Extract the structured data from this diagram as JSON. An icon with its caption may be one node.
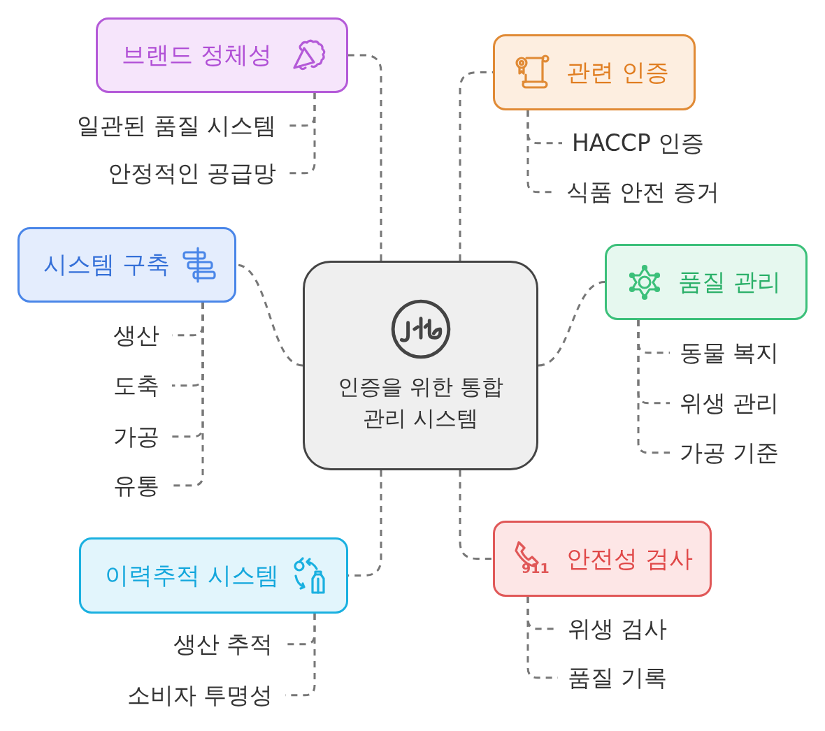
{
  "diagram": {
    "nodes": [
      {
        "text": [
          "인증을 위한 통합 관리 시스템"
        ]
      },
      {
        "text": [
          "브랜드 정체성"
        ]
      },
      {
        "text": [
          "일관된 품질 시스템"
        ]
      },
      {
        "text": [
          "안정적인 공급망"
        ]
      },
      {
        "text": [
          "관련 인증"
        ]
      },
      {
        "text": [
          "HACCP 인증"
        ]
      },
      {
        "text": [
          "식품 안전 증거"
        ]
      },
      {
        "text": [
          "시스템 구축"
        ]
      },
      {
        "text": [
          "생산"
        ]
      },
      {
        "text": [
          "도축"
        ]
      },
      {
        "text": [
          "가공"
        ]
      },
      {
        "text": [
          "유통"
        ]
      },
      {
        "text": [
          "품질 관리"
        ]
      },
      {
        "text": [
          "동물 복지"
        ]
      },
      {
        "text": [
          "위생 관리"
        ]
      },
      {
        "text": [
          "가공 기준"
        ]
      },
      {
        "text": [
          "이력추적 시스템"
        ]
      },
      {
        "text": [
          "생산 추적"
        ]
      },
      {
        "text": [
          "소비자 투명성"
        ]
      },
      {
        "text": [
          "안전성 검사"
        ]
      },
      {
        "text": [
          "위생 검사"
        ]
      },
      {
        "text": [
          "품질 기록"
        ]
      }
    ],
    "edges": [
      {
        "from": 0,
        "to": 1,
        "arrow": "none",
        "style": "dashed"
      },
      {
        "from": 1,
        "to": 2,
        "arrow": "none",
        "style": "dashed"
      },
      {
        "from": 1,
        "to": 3,
        "arrow": "none",
        "style": "dashed"
      },
      {
        "from": 0,
        "to": 4,
        "arrow": "none",
        "style": "dashed"
      },
      {
        "from": 4,
        "to": 5,
        "arrow": "none",
        "style": "dashed"
      },
      {
        "from": 4,
        "to": 6,
        "arrow": "none",
        "style": "dashed"
      },
      {
        "from": 0,
        "to": 7,
        "arrow": "none",
        "style": "dashed"
      },
      {
        "from": 7,
        "to": 8,
        "arrow": "none",
        "style": "dashed"
      },
      {
        "from": 7,
        "to": 9,
        "arrow": "none",
        "style": "dashed"
      },
      {
        "from": 7,
        "to": 10,
        "arrow": "none",
        "style": "dashed"
      },
      {
        "from": 7,
        "to": 11,
        "arrow": "none",
        "style": "dashed"
      },
      {
        "from": 0,
        "to": 12,
        "arrow": "none",
        "style": "dashed"
      },
      {
        "from": 12,
        "to": 13,
        "arrow": "none",
        "style": "dashed"
      },
      {
        "from": 12,
        "to": 14,
        "arrow": "none",
        "style": "dashed"
      },
      {
        "from": 12,
        "to": 15,
        "arrow": "none",
        "style": "dashed"
      },
      {
        "from": 0,
        "to": 16,
        "arrow": "none",
        "style": "dashed"
      },
      {
        "from": 16,
        "to": 17,
        "arrow": "none",
        "style": "dashed"
      },
      {
        "from": 16,
        "to": 18,
        "arrow": "none",
        "style": "dashed"
      },
      {
        "from": 0,
        "to": 19,
        "arrow": "none",
        "style": "dashed"
      },
      {
        "from": 19,
        "to": 20,
        "arrow": "none",
        "style": "dashed"
      },
      {
        "from": 19,
        "to": 21,
        "arrow": "none",
        "style": "dashed"
      }
    ],
    "labels": [
      "911"
    ]
  }
}
